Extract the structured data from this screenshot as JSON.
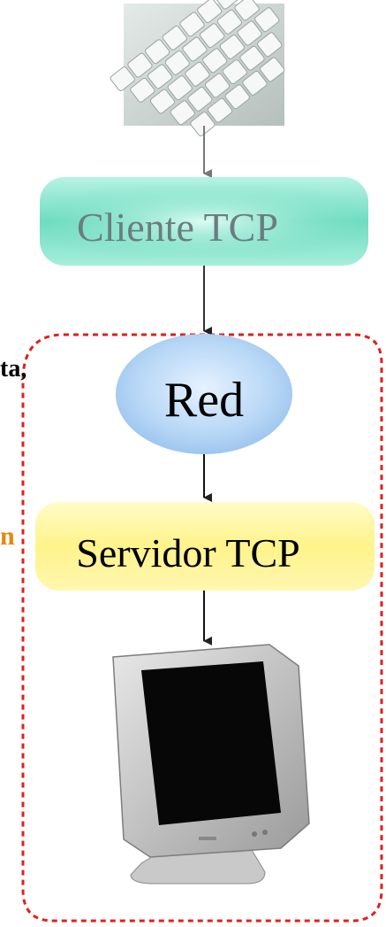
{
  "nodes": {
    "client": {
      "label": "Cliente TCP"
    },
    "network": {
      "label": "Red"
    },
    "server": {
      "label": "Servidor TCP"
    }
  },
  "side_text": {
    "top": "ta,",
    "middle": "n"
  },
  "colors": {
    "client_fill": "#6fdcc0",
    "client_text": "#6b7d80",
    "network_fill": "#b7d7f6",
    "server_fill": "#fff38a",
    "dashed_border": "#e0201c",
    "side_middle_text": "#e08a10",
    "arrow": "#222222"
  },
  "icons": {
    "top_image": "keyboard-icon",
    "bottom_image": "monitor-icon"
  }
}
